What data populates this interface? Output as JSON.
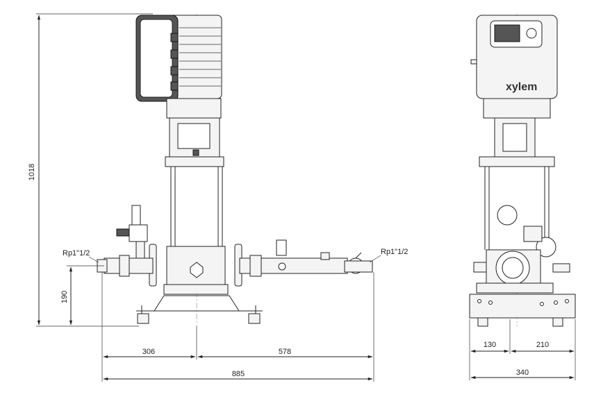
{
  "brand_label": "xylem",
  "dimensions": {
    "overall_height": "1018",
    "inlet_height": "190",
    "inlet_offset": "306",
    "outlet_offset": "578",
    "overall_length": "885",
    "side_left": "130",
    "side_right": "210",
    "side_width": "340"
  },
  "connections": {
    "inlet": "Rp1\"1/2",
    "outlet": "Rp1\"1/2"
  }
}
